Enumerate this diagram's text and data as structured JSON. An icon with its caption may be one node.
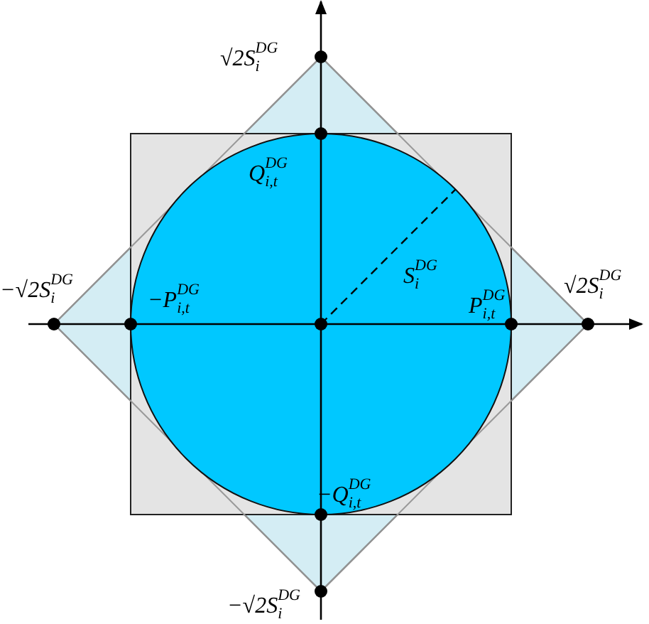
{
  "diagram": {
    "labels": [
      "√2S$_{i}$$^{DG}$",
      "Q$_{i,t}$$^{DG}$",
      "S$_{i}$$^{DG}$",
      "−√2S$_{i}$$^{DG}$",
      "√2S$_{i}$$^{DG}$",
      "−P$_{i,t}$$^{DG}$",
      "P$_{i,t}$$^{DG}$",
      "−Q$_{i,t}$$^{DG}$",
      "−√2S$_{i}$$^{DG}$"
    ]
  }
}
